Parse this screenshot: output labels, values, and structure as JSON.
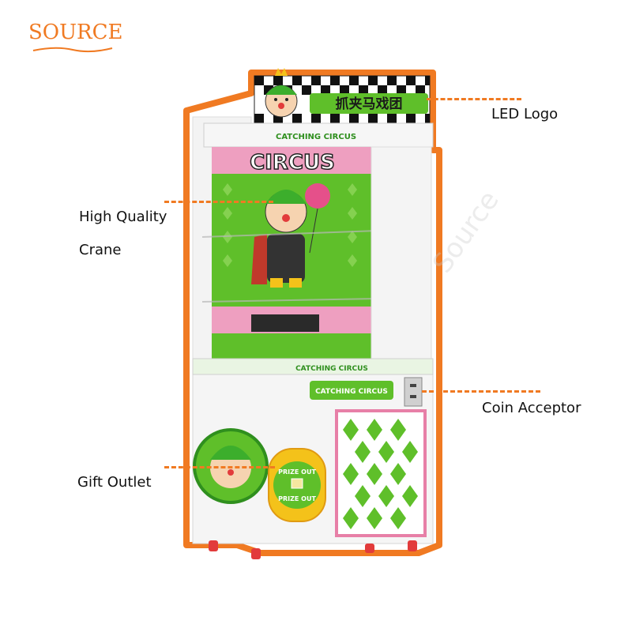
{
  "brand": {
    "logo_text": "SOURCE",
    "color": "#f07a22"
  },
  "machine": {
    "marquee_text": "抓夹马戏团",
    "header_strip_text": "CATCHING CIRCUS",
    "panel_text": "CATCHING CIRCUS",
    "cabinet_strip_text": "CATCHING CIRCUS",
    "panel_letters": "CIRCUS",
    "prize_door_text_top": "PRIZE OUT",
    "prize_door_text_bottom": "PRIZE OUT",
    "side_badge_text": "CATCHING CIRCUS",
    "colors": {
      "green": "#5fbf2a",
      "dark_green": "#2f8f1e",
      "pink": "#e77fa7",
      "outline": "#f07a22"
    }
  },
  "callouts": {
    "led_logo": "LED Logo",
    "crane_line1": "High Quality",
    "crane_line2": "Crane",
    "coin_acceptor": "Coin Acceptor",
    "gift_outlet": "Gift Outlet"
  },
  "watermark": "Source"
}
